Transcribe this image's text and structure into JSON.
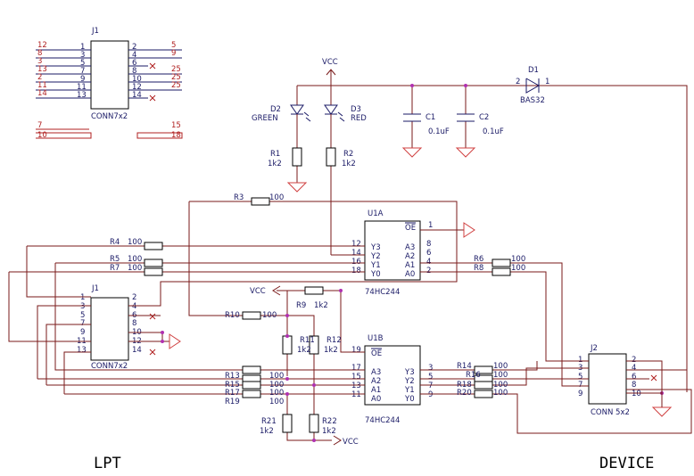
{
  "labels": {
    "lpt": "LPT",
    "device": "DEVICE",
    "vcc": "VCC",
    "j1_top_ref": "J1",
    "j1_top_name": "CONN7x2",
    "j1_bot_ref": "J1",
    "j1_bot_name": "CONN7x2",
    "j2_ref": "J2",
    "j2_name": "CONN 5x2",
    "u1a_ref": "U1A",
    "u1a_name": "74HC244",
    "u1b_ref": "U1B",
    "u1b_name": "74HC244",
    "oe": "OE",
    "d1_ref": "D1",
    "d1_name": "BAS32",
    "d2_ref": "D2",
    "d2_name": "GREEN",
    "d3_ref": "D3",
    "d3_name": "RED",
    "c1_ref": "C1",
    "c1_val": "0.1uF",
    "c2_ref": "C2",
    "c2_val": "0.1uF",
    "r1_ref": "R1",
    "r1_val": "1k2",
    "r2_ref": "R2",
    "r2_val": "1k2",
    "r9_ref": "R9",
    "r9_val": "1k2",
    "r11_ref": "R11",
    "r11_val": "1k2",
    "r12_ref": "R12",
    "r12_val": "1k2",
    "r21_ref": "R21",
    "r21_val": "1k2",
    "r22_ref": "R22",
    "r22_val": "1k2"
  },
  "resistors_100": {
    "value": "100",
    "refs": [
      "R3",
      "R4",
      "R5",
      "R7",
      "R6",
      "R8",
      "R10",
      "R13",
      "R15",
      "R17",
      "R19",
      "R14",
      "R16",
      "R18",
      "R20"
    ]
  },
  "j1_top": {
    "left_pins": [
      "1",
      "3",
      "5",
      "7",
      "9",
      "11",
      "13"
    ],
    "right_pins": [
      "2",
      "4",
      "6",
      "8",
      "10",
      "12",
      "14"
    ],
    "left_nets": [
      "12",
      "8",
      "3",
      "13",
      "2",
      "11",
      "14"
    ],
    "right_nets": [
      "5",
      "9",
      "",
      "25",
      "25",
      "25",
      ""
    ],
    "extra_left": [
      "7",
      "10"
    ],
    "extra_right": [
      "15",
      "18"
    ]
  },
  "j1_bot": {
    "left_pins": [
      "1",
      "3",
      "5",
      "7",
      "9",
      "11",
      "13"
    ],
    "right_pins": [
      "2",
      "4",
      "6",
      "8",
      "10",
      "12",
      "14"
    ]
  },
  "j2": {
    "left_pins": [
      "1",
      "3",
      "5",
      "7",
      "9"
    ],
    "right_pins": [
      "2",
      "4",
      "6",
      "8",
      "10"
    ]
  },
  "u1a": {
    "left_pins": [
      "12",
      "14",
      "16",
      "18"
    ],
    "left_names": [
      "Y3",
      "Y2",
      "Y1",
      "Y0"
    ],
    "right_pins": [
      "8",
      "6",
      "4",
      "2"
    ],
    "right_names": [
      "A3",
      "A2",
      "A1",
      "A0"
    ],
    "oe_pin": "1"
  },
  "u1b": {
    "oe_pin": "19",
    "left_pins": [
      "17",
      "15",
      "13",
      "11"
    ],
    "left_names": [
      "A3",
      "A2",
      "A1",
      "A0"
    ],
    "right_pins": [
      "3",
      "5",
      "7",
      "9"
    ],
    "right_names": [
      "Y3",
      "Y2",
      "Y1",
      "Y0"
    ]
  },
  "d1_pins": [
    "2",
    "1"
  ],
  "colors": {
    "wire": "#7a1a1a",
    "symbol": "#1a1a66",
    "net_label": "#b02020",
    "ground": "#d04040",
    "junction": "#b030b0"
  }
}
